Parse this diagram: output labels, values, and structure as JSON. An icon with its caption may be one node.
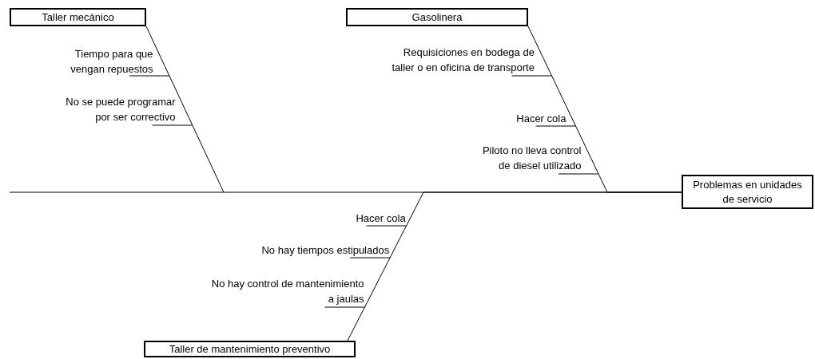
{
  "diagram": {
    "nodes": [
      {
        "text": [
          "Taller mecánico"
        ]
      },
      {
        "text": [
          "Gasolinera"
        ]
      },
      {
        "text": [
          "Taller de mantenimiento preventivo"
        ]
      },
      {
        "text": [
          "Problemas en unidades de servicio"
        ]
      }
    ],
    "edges": [
      {
        "from": 0,
        "to": 3,
        "arrow": "none"
      },
      {
        "from": 1,
        "to": 3,
        "arrow": "none"
      },
      {
        "from": 2,
        "to": 3,
        "arrow": "none"
      }
    ],
    "labels": [
      "Tiempo para que vengan repuestos",
      "Requisiciones en bodega de taller o en oficina de transporte",
      "No se puede programar por ser correctivo",
      "Hacer cola",
      "Piloto no lleva control de diesel utilizado",
      "Hacer cola",
      "No hay tiempos estipulados",
      "No hay control de mantenimiento a jaulas"
    ]
  }
}
